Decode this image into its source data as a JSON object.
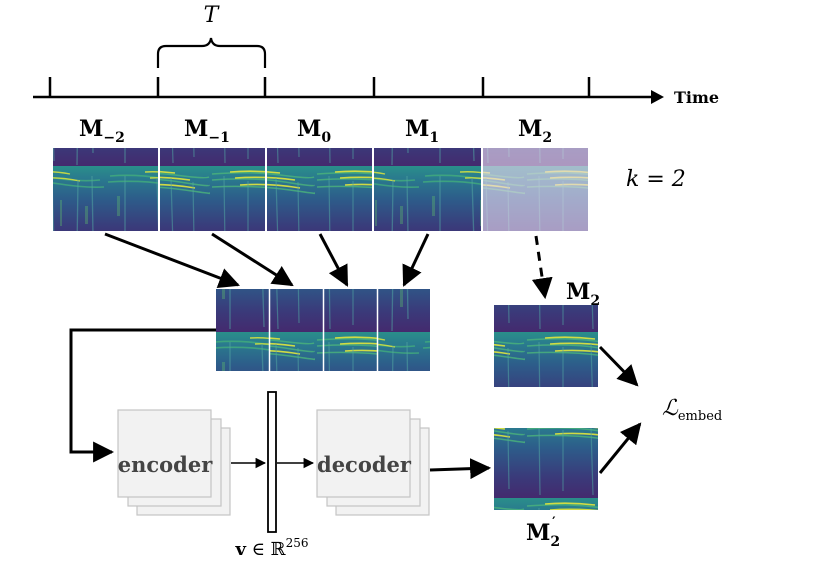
{
  "timeline": {
    "axis_label": "Time",
    "period_label": "T"
  },
  "frames": [
    {
      "main": "M",
      "sub": "−2"
    },
    {
      "main": "M",
      "sub": "−1"
    },
    {
      "main": "M",
      "sub": "0"
    },
    {
      "main": "M",
      "sub": "1"
    },
    {
      "main": "M",
      "sub": "2"
    }
  ],
  "k_label": "k = 2",
  "target_label": {
    "main": "M",
    "sub": "2"
  },
  "output_label": {
    "main": "M",
    "sub": "2",
    "prime": "′"
  },
  "encoder_label": "encoder",
  "decoder_label": "decoder",
  "vector_label": {
    "bold": "v",
    "rest": " ∈ ℝ",
    "sup": "256"
  },
  "loss_label": {
    "main": "ℒ",
    "sub": "embed"
  },
  "colors": {
    "spectrogram_dark": "#3b1d63",
    "spectrogram_mid": "#2a6f8e",
    "spectrogram_high": "#36a77a",
    "spectrogram_peak": "#d9e43c",
    "masked_overlay": "#e8d8f0",
    "block_fill": "#f2f2f2",
    "block_stroke": "#bdbdbd"
  }
}
